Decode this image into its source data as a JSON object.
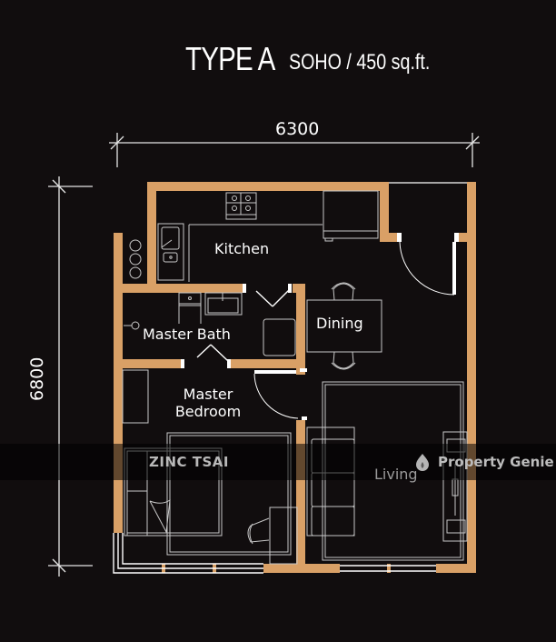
{
  "header": {
    "type_label": "TYPE A",
    "subtitle": "SOHO / 450 sq.ft."
  },
  "dimensions": {
    "width_label": "6300",
    "height_label": "6800"
  },
  "rooms": {
    "kitchen": "Kitchen",
    "dining": "Dining",
    "master_bath": "Master Bath",
    "master_bedroom_line1": "Master",
    "master_bedroom_line2": "Bedroom",
    "living": "Living"
  },
  "watermarks": {
    "left": "ZINC TSAI",
    "right": "Property Genie",
    "right_icon": "flame-icon"
  },
  "colors": {
    "background": "#110d0e",
    "wall": "#d9a066",
    "line": "#ffffff",
    "furniture": "#c8c8c8"
  }
}
